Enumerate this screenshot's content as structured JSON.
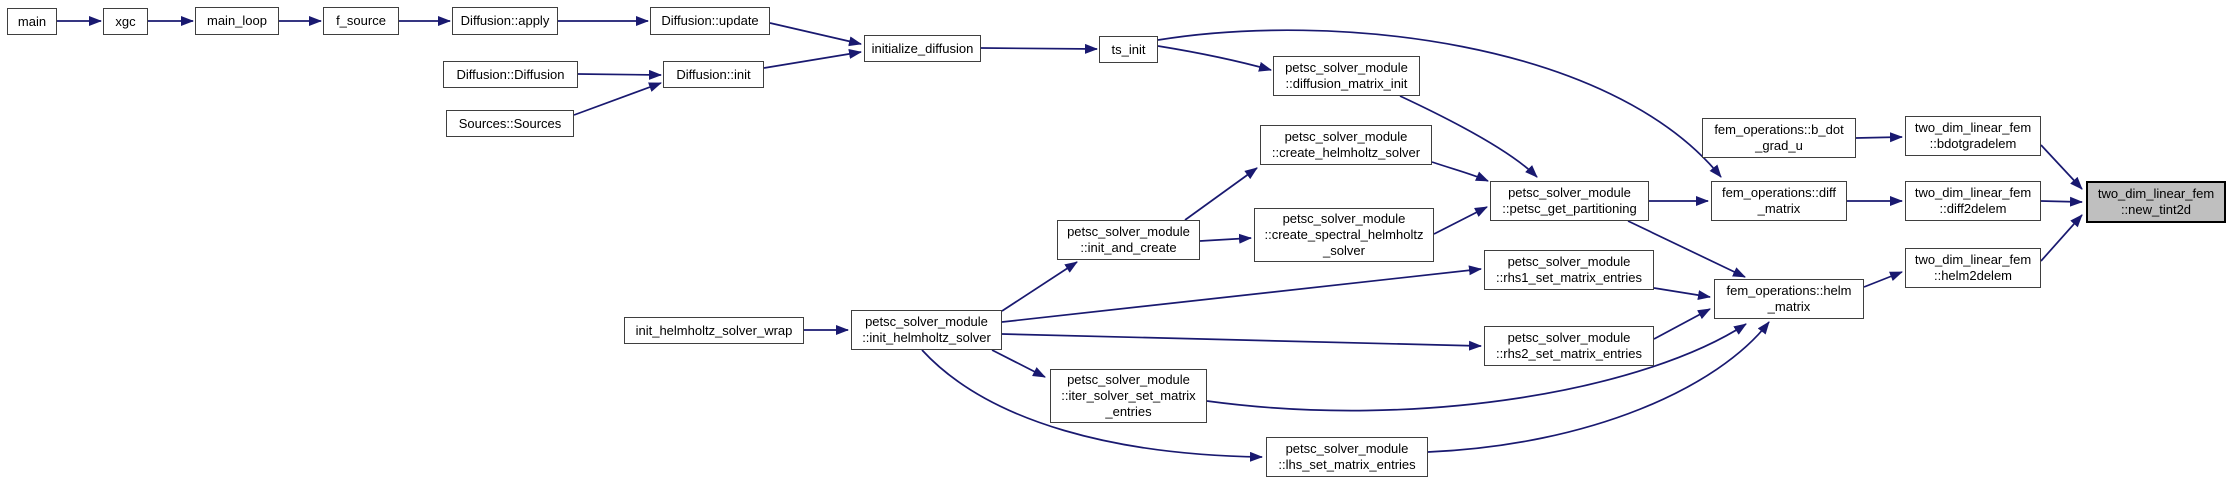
{
  "diagram": {
    "type": "call-graph",
    "background_color": "#ffffff",
    "edge_color": "#191970",
    "node_fill_color": "#ffffff",
    "node_border_color": "#3f3f3f",
    "highlight_fill_color": "#bfbfbf",
    "highlight_border_color": "#000000",
    "highlighted_node": "two_dim_linear_fem::new_tint2d"
  },
  "nodes": [
    {
      "id": "main",
      "label": "main"
    },
    {
      "id": "xgc",
      "label": "xgc"
    },
    {
      "id": "main-loop",
      "label": "main_loop"
    },
    {
      "id": "f-source",
      "label": "f_source"
    },
    {
      "id": "diffusion-apply",
      "label": "Diffusion::apply"
    },
    {
      "id": "diffusion-update",
      "label": "Diffusion::update"
    },
    {
      "id": "diffusion-diffusion",
      "label": "Diffusion::Diffusion"
    },
    {
      "id": "diffusion-init",
      "label": "Diffusion::init"
    },
    {
      "id": "sources-sources",
      "label": "Sources::Sources"
    },
    {
      "id": "initialize-diffusion",
      "label": "initialize_diffusion"
    },
    {
      "id": "ts-init",
      "label": "ts_init"
    },
    {
      "id": "diffusion-matrix-init",
      "label": "petsc_solver_module\n::diffusion_matrix_init"
    },
    {
      "id": "create-helmholtz-solver",
      "label": "petsc_solver_module\n::create_helmholtz_solver"
    },
    {
      "id": "create-spectral-helmholtz-solver",
      "label": "petsc_solver_module\n::create_spectral_helmholtz\n_solver"
    },
    {
      "id": "init-and-create",
      "label": "petsc_solver_module\n::init_and_create"
    },
    {
      "id": "init-helmholtz-solver-wrap",
      "label": "init_helmholtz_solver_wrap"
    },
    {
      "id": "init-helmholtz-solver",
      "label": "petsc_solver_module\n::init_helmholtz_solver"
    },
    {
      "id": "rhs1-set-matrix-entries",
      "label": "petsc_solver_module\n::rhs1_set_matrix_entries"
    },
    {
      "id": "rhs2-set-matrix-entries",
      "label": "petsc_solver_module\n::rhs2_set_matrix_entries"
    },
    {
      "id": "iter-solver-set-matrix-entries",
      "label": "petsc_solver_module\n::iter_solver_set_matrix\n_entries"
    },
    {
      "id": "lhs-set-matrix-entries",
      "label": "petsc_solver_module\n::lhs_set_matrix_entries"
    },
    {
      "id": "petsc-get-partitioning",
      "label": "petsc_solver_module\n::petsc_get_partitioning"
    },
    {
      "id": "b-dot-grad-u",
      "label": "fem_operations::b_dot\n_grad_u"
    },
    {
      "id": "diff-matrix",
      "label": "fem_operations::diff\n_matrix"
    },
    {
      "id": "helm-matrix",
      "label": "fem_operations::helm\n_matrix"
    },
    {
      "id": "bdotgradelem",
      "label": "two_dim_linear_fem\n::bdotgradelem"
    },
    {
      "id": "diff2delem",
      "label": "two_dim_linear_fem\n::diff2delem"
    },
    {
      "id": "helm2delem",
      "label": "two_dim_linear_fem\n::helm2delem"
    },
    {
      "id": "new-tint2d",
      "label": "two_dim_linear_fem\n::new_tint2d"
    }
  ],
  "edges": [
    {
      "from": "main",
      "to": "xgc"
    },
    {
      "from": "xgc",
      "to": "main-loop"
    },
    {
      "from": "main-loop",
      "to": "f-source"
    },
    {
      "from": "f-source",
      "to": "diffusion-apply"
    },
    {
      "from": "diffusion-apply",
      "to": "diffusion-update"
    },
    {
      "from": "diffusion-update",
      "to": "initialize-diffusion"
    },
    {
      "from": "diffusion-diffusion",
      "to": "diffusion-init"
    },
    {
      "from": "sources-sources",
      "to": "diffusion-init"
    },
    {
      "from": "diffusion-init",
      "to": "initialize-diffusion"
    },
    {
      "from": "initialize-diffusion",
      "to": "ts-init"
    },
    {
      "from": "ts-init",
      "to": "diffusion-matrix-init"
    },
    {
      "from": "ts-init",
      "to": "diff-matrix"
    },
    {
      "from": "diffusion-matrix-init",
      "to": "petsc-get-partitioning"
    },
    {
      "from": "init-and-create",
      "to": "create-helmholtz-solver"
    },
    {
      "from": "init-and-create",
      "to": "create-spectral-helmholtz-solver"
    },
    {
      "from": "create-helmholtz-solver",
      "to": "petsc-get-partitioning"
    },
    {
      "from": "create-spectral-helmholtz-solver",
      "to": "petsc-get-partitioning"
    },
    {
      "from": "init-helmholtz-solver-wrap",
      "to": "init-helmholtz-solver"
    },
    {
      "from": "init-helmholtz-solver",
      "to": "init-and-create"
    },
    {
      "from": "init-helmholtz-solver",
      "to": "rhs1-set-matrix-entries"
    },
    {
      "from": "init-helmholtz-solver",
      "to": "rhs2-set-matrix-entries"
    },
    {
      "from": "init-helmholtz-solver",
      "to": "iter-solver-set-matrix-entries"
    },
    {
      "from": "init-helmholtz-solver",
      "to": "lhs-set-matrix-entries"
    },
    {
      "from": "rhs1-set-matrix-entries",
      "to": "helm-matrix"
    },
    {
      "from": "rhs2-set-matrix-entries",
      "to": "helm-matrix"
    },
    {
      "from": "petsc-get-partitioning",
      "to": "diff-matrix"
    },
    {
      "from": "petsc-get-partitioning",
      "to": "helm-matrix"
    },
    {
      "from": "iter-solver-set-matrix-entries",
      "to": "helm-matrix"
    },
    {
      "from": "lhs-set-matrix-entries",
      "to": "helm-matrix"
    },
    {
      "from": "b-dot-grad-u",
      "to": "bdotgradelem"
    },
    {
      "from": "diff-matrix",
      "to": "diff2delem"
    },
    {
      "from": "helm-matrix",
      "to": "helm2delem"
    },
    {
      "from": "bdotgradelem",
      "to": "new-tint2d"
    },
    {
      "from": "diff2delem",
      "to": "new-tint2d"
    },
    {
      "from": "helm2delem",
      "to": "new-tint2d"
    }
  ]
}
